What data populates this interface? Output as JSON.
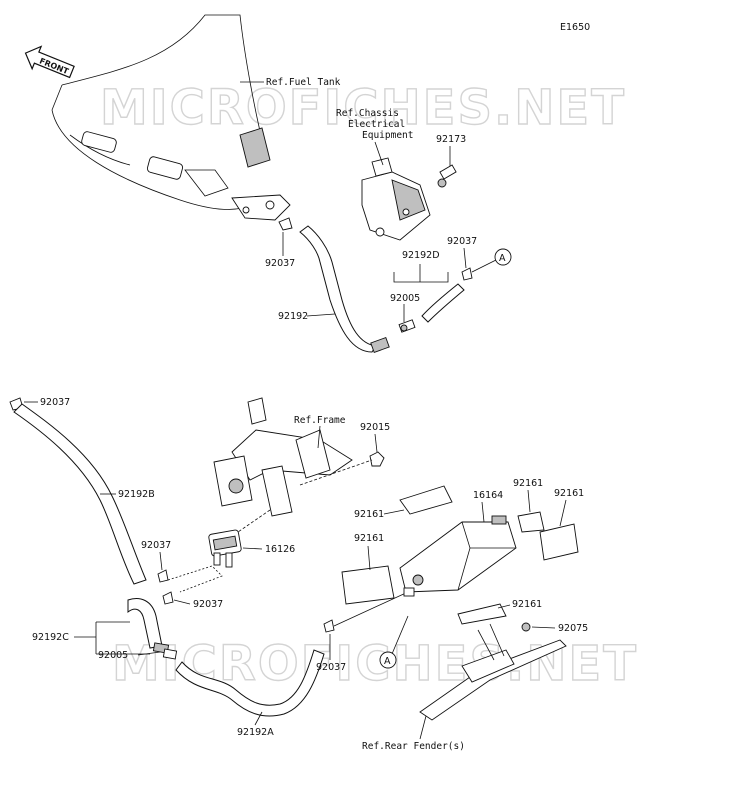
{
  "diagram_code": "E1650",
  "front_badge": "FRONT",
  "watermark": "MICROFICHES.NET",
  "references": {
    "fuel_tank": "Ref.Fuel Tank",
    "chassis_line1": "Ref.Chassis",
    "chassis_line2": "Electrical",
    "chassis_line3": "Equipment",
    "frame": "Ref.Frame",
    "rear_fender": "Ref.Rear Fender(s)"
  },
  "callout_marker": "A",
  "parts": {
    "p92173": "92173",
    "p92037_top_left": "92037",
    "p92037_top_right": "92037",
    "p92192D": "92192D",
    "p92005_top": "92005",
    "p92192": "92192",
    "p92037_mid_left": "92037",
    "p92015": "92015",
    "p92192B": "92192B",
    "p16164": "16164",
    "p92161_a": "92161",
    "p92161_b": "92161",
    "p92161_c": "92161",
    "p92161_d": "92161",
    "p92161_e": "92161",
    "p92037_c": "92037",
    "p16126": "16126",
    "p92037_d": "92037",
    "p92192C": "92192C",
    "p92005_bottom": "92005",
    "p92037_e": "92037",
    "p92075": "92075",
    "p92192A": "92192A"
  }
}
